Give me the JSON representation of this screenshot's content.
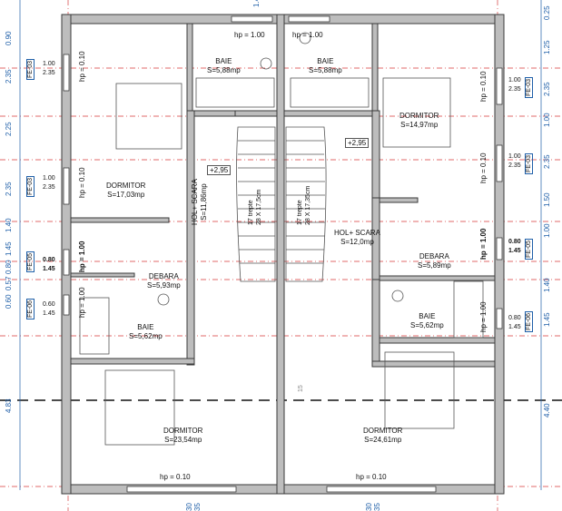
{
  "colors": {
    "wall": "#3a3a3a",
    "wall_fill": "#bdbdbd",
    "dim": "#1f5fa8",
    "axis": "#d63a3a",
    "text": "#111111",
    "furniture": "#555555",
    "label_box": "#1f5fa8"
  },
  "rooms": {
    "baie_left": {
      "name": "BAIE",
      "area": "S=5,88mp"
    },
    "baie_right": {
      "name": "BAIE",
      "area": "S=5,88mp"
    },
    "dormitor_left": {
      "name": "DORMITOR",
      "area": "S=17,03mp"
    },
    "dormitor_right": {
      "name": "DORMITOR",
      "area": "S=14,97mp"
    },
    "hol_left": {
      "name": "HOL+ SCARA",
      "area": "S=11,86mp"
    },
    "hol_right": {
      "name": "HOL+ SCARA",
      "area": "S=12,0mp"
    },
    "debara_left": {
      "name": "DEBARA",
      "area": "S=5,93mp"
    },
    "debara_right": {
      "name": "DEBARA",
      "area": "S=5,89mp"
    },
    "baie2_left": {
      "name": "BAIE",
      "area": "S=5,62mp"
    },
    "baie2_right": {
      "name": "BAIE",
      "area": "S=5,62mp"
    },
    "dormitor2_left": {
      "name": "DORMITOR",
      "area": "S=23,54mp"
    },
    "dormitor2_right": {
      "name": "DORMITOR",
      "area": "S=24,61mp"
    }
  },
  "stairs": {
    "left": {
      "l1": "17 trepte",
      "l2": "28 X 17,5cm"
    },
    "right": {
      "l1": "17 trepte",
      "l2": "28 X 17,35cm"
    }
  },
  "levels": {
    "left": "+2,95",
    "right": "+2,95"
  },
  "sill_heights": {
    "top_left": "hp = 1.00",
    "top_right": "hp = 1.00",
    "bottom_left": "hp = 0.10",
    "bottom_right": "hp = 0.10",
    "left_1": "hp = 0.10",
    "left_2": "hp = 0.10",
    "left_3": "hp = 1.00",
    "left_4": "hp = 1.00",
    "right_1": "hp = 0.10",
    "right_2": "hp = 0.10",
    "right_3": "hp = 1.00",
    "right_4": "hp = 1.00"
  },
  "window_tags": {
    "left": [
      "FE-03",
      "FE-03",
      "FE-05",
      "FE-06"
    ],
    "right": [
      "FE-03",
      "FE-03",
      "FE-05",
      "FE-06"
    ]
  },
  "window_dims": {
    "left": [
      [
        "1.00",
        "2.35"
      ],
      [
        "1.00",
        "2.35"
      ],
      [
        "0.80",
        "1.45"
      ],
      [
        "0.60",
        "1.45"
      ]
    ],
    "right": [
      [
        "1.00",
        "2.35"
      ],
      [
        "1.00",
        "2.35"
      ],
      [
        "0.80",
        "1.45"
      ],
      [
        "0.80",
        "1.45"
      ]
    ]
  },
  "dim_left_chain": [
    "0.90",
    "2.35",
    "2.25",
    "2.35",
    "1.40",
    "1.45",
    "0.80",
    "0.57",
    "0.60",
    "4.83"
  ],
  "dim_right_chain": [
    "0.25",
    "1.25",
    "2.35",
    "1.00",
    "2.35",
    "1.50",
    "1.00",
    "1.40",
    "1.45",
    "4.40"
  ],
  "dim_top": [
    "1.4"
  ],
  "dim_bottom": [
    "30",
    "35",
    "30",
    "35"
  ],
  "center_mark": "15"
}
